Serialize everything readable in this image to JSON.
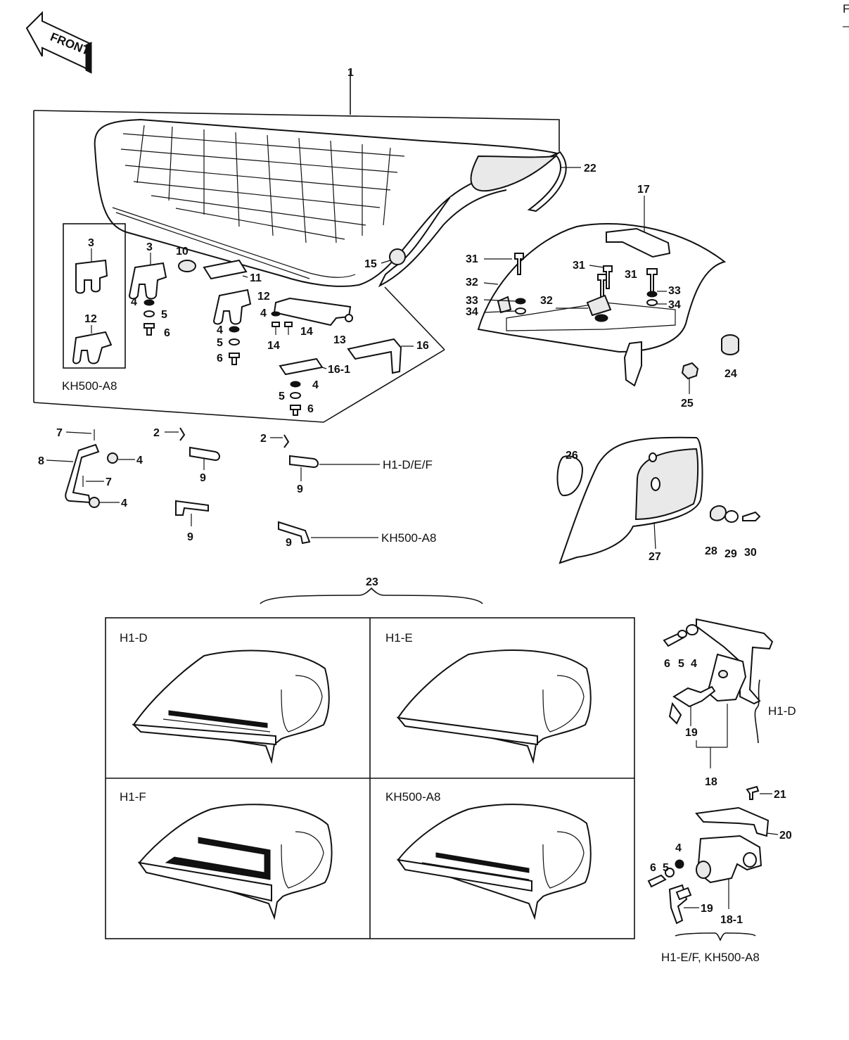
{
  "front_arrow": {
    "text": "FRONT"
  },
  "corner_marks": [
    "F",
    "–"
  ],
  "callouts": {
    "c1": "1",
    "c22": "22",
    "c17": "17",
    "c3a": "3",
    "c3b": "3",
    "c10": "10",
    "c11": "11",
    "c12a": "12",
    "c12b": "12",
    "c4a": "4",
    "c5a": "5",
    "c6a": "6",
    "c4b": "4",
    "c14a": "14",
    "c14b": "14",
    "c13": "13",
    "c4c": "4",
    "c5b": "5",
    "c6b": "6",
    "c16": "16",
    "c16_1": "16-1",
    "c4d": "4",
    "c5c": "5",
    "c6c": "6",
    "c15": "15",
    "c31a": "31",
    "c32a": "32",
    "c33a": "33",
    "c34a": "34",
    "c31b": "31",
    "c31c": "31",
    "c32b": "32",
    "c33b": "33",
    "c34b": "34",
    "c24": "24",
    "c25": "25",
    "c7a": "7",
    "c8": "8",
    "c4e": "4",
    "c7b": "7",
    "c4f": "4",
    "c2a": "2",
    "c9a": "9",
    "c2b": "2",
    "c9b": "9",
    "c9c": "9",
    "c9d": "9",
    "c26": "26",
    "c27": "27",
    "c28": "28",
    "c29": "29",
    "c30": "30",
    "c23": "23",
    "c6d": "6",
    "c5d": "5",
    "c4g": "4",
    "c19a": "19",
    "c18": "18",
    "c21": "21",
    "c20": "20",
    "c4h": "4",
    "c5e": "5",
    "c6e": "6",
    "c19b": "19",
    "c18_1": "18-1"
  },
  "model_labels": {
    "kh500_box": "KH500-A8",
    "h1_def": "H1-D/E/F",
    "kh500_9": "KH500-A8",
    "h1d_lock": "H1-D",
    "h1ef_kh": "H1-E/F, KH500-A8"
  },
  "variant_panels": [
    {
      "label": "H1-D"
    },
    {
      "label": "H1-E"
    },
    {
      "label": "H1-F"
    },
    {
      "label": "KH500-A8"
    }
  ]
}
